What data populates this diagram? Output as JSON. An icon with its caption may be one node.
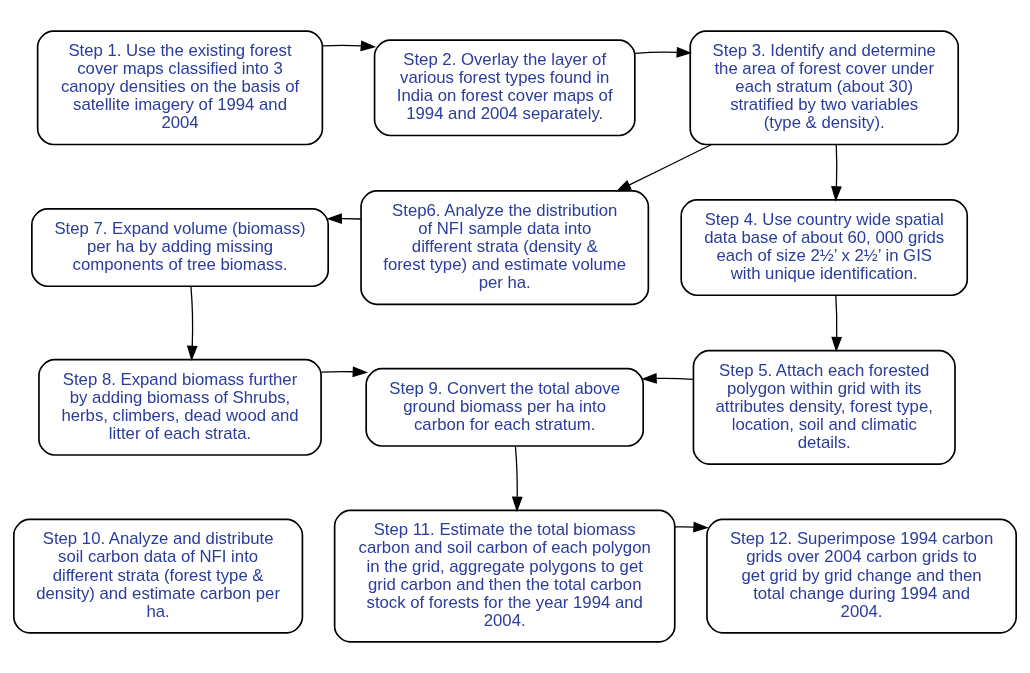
{
  "diagram": {
    "nodes": [
      {
        "text": [
          "Step 1. Use the existing forest cover maps classified into 3 canopy densities on the basis of satellite imagery of 1994 and 2004"
        ]
      },
      {
        "text": [
          "Step 2. Overlay the layer of various forest types found in India on forest cover maps of 1994 and 2004 separately."
        ]
      },
      {
        "text": [
          "Step 3. Identify and determine the area of forest cover under each stratum (about 30) stratified by two variables (type & density)."
        ]
      },
      {
        "text": [
          "Step 7. Expand volume (biomass) per ha by adding missing components of tree biomass."
        ]
      },
      {
        "text": [
          "Step6. Analyze the distribution of NFI sample data into different strata (density & forest type) and estimate volume per ha."
        ]
      },
      {
        "text": [
          "Step 4. Use country wide spatial data base of about 60, 000 grids each of size 2½’ x 2½’ in GIS with unique identification."
        ]
      },
      {
        "text": [
          "Step 8. Expand biomass further by adding biomass of Shrubs, herbs, climbers, dead wood and litter of each strata."
        ]
      },
      {
        "text": [
          "Step 9. Convert the total above ground biomass per ha into carbon for each stratum."
        ]
      },
      {
        "text": [
          "Step 5. Attach each forested polygon within grid with its attributes density, forest type, location, soil and climatic details."
        ]
      },
      {
        "text": [
          "Step 10. Analyze and distribute soil carbon data of NFI into different strata (forest type & density) and estimate carbon per ha."
        ]
      },
      {
        "text": [
          "Step 11. Estimate the total biomass carbon and soil carbon of each polygon in the grid, aggregate polygons to get grid carbon and then the total carbon stock of forests for the year 1994 and 2004."
        ]
      },
      {
        "text": [
          "Step 12. Superimpose 1994 carbon grids over 2004 carbon grids to get grid by grid change and then total change during 1994 and 2004."
        ]
      }
    ],
    "edges": [
      {
        "from": 0,
        "to": 1,
        "arrow": "to"
      },
      {
        "from": 1,
        "to": 2,
        "arrow": "to"
      },
      {
        "from": 2,
        "to": 4,
        "arrow": "to"
      },
      {
        "from": 2,
        "to": 5,
        "arrow": "to"
      },
      {
        "from": 5,
        "to": 8,
        "arrow": "to"
      },
      {
        "from": 8,
        "to": 7,
        "arrow": "to"
      },
      {
        "from": 4,
        "to": 3,
        "arrow": "to"
      },
      {
        "from": 3,
        "to": 6,
        "arrow": "to"
      },
      {
        "from": 6,
        "to": 7,
        "arrow": "to"
      },
      {
        "from": 7,
        "to": 10,
        "arrow": "to"
      },
      {
        "from": 10,
        "to": 11,
        "arrow": "to"
      }
    ]
  }
}
